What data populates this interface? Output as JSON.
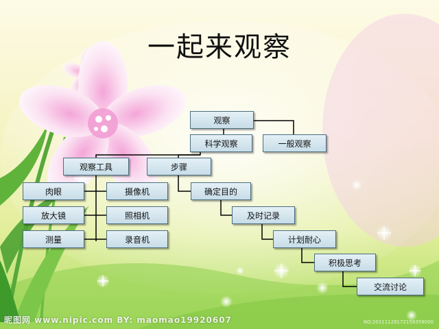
{
  "title": "一起来观察",
  "nodes": {
    "observe": "观察",
    "scientific": "科学观察",
    "general": "一般观察",
    "tools": "观察工具",
    "steps": "步骤",
    "naked_eye": "肉眼",
    "camera_video": "摄像机",
    "magnifier": "放大镜",
    "camera_photo": "照相机",
    "measure": "测量",
    "recorder": "录音机",
    "purpose": "确定目的",
    "record": "及时记录",
    "plan": "计划耐心",
    "think": "积极思考",
    "discuss": "交流讨论"
  },
  "watermark": {
    "left": "昵图网 www.nipic.com   BY: maomao19920607",
    "right": "NO:20111129172158359000"
  },
  "colors": {
    "box_top": "#e4f0f6",
    "box_bottom": "#c7dde8",
    "box_border": "#4a6c7e",
    "line": "#000000"
  }
}
